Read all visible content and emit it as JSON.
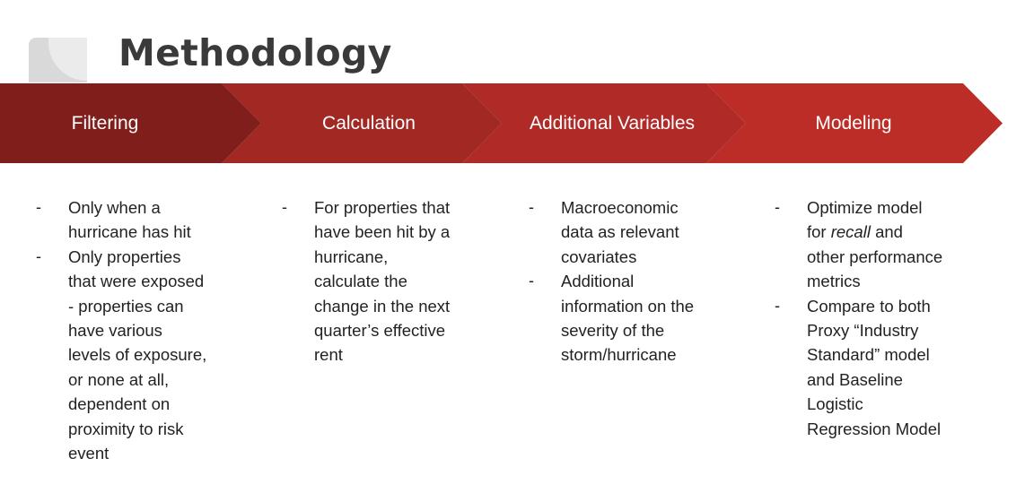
{
  "title": "Methodology",
  "colors": {
    "step1": "#7f1e1a",
    "step2": "#a12823",
    "step3": "#b02b27",
    "step4": "#bd2d28",
    "accent": "#c0302a"
  },
  "steps": [
    {
      "label": "Filtering",
      "items": [
        {
          "bullet": "-",
          "lines": [
            "Only when a",
            "hurricane has hit"
          ]
        },
        {
          "bullet": "-",
          "lines": [
            "Only properties",
            "that were exposed",
            "- properties can",
            "have various",
            "levels of exposure,",
            "or none at all,",
            "dependent on",
            "proximity to risk",
            "event"
          ]
        }
      ]
    },
    {
      "label": "Calculation",
      "items": [
        {
          "bullet": "-",
          "lines": [
            "For properties that",
            "have been hit by a",
            "hurricane,",
            "calculate the",
            "change in the next",
            "quarter’s effective",
            "rent"
          ]
        }
      ]
    },
    {
      "label": "Additional Variables",
      "items": [
        {
          "bullet": "-",
          "lines": [
            "Macroeconomic",
            "data as relevant",
            "covariates"
          ]
        },
        {
          "bullet": "-",
          "lines": [
            "Additional",
            "information on the",
            "severity of the",
            "storm/hurricane"
          ]
        }
      ]
    },
    {
      "label": "Modeling",
      "items": [
        {
          "bullet": "-",
          "lines": [
            "Optimize model",
            "for recall and",
            "other performance",
            "metrics"
          ]
        },
        {
          "bullet": "-",
          "lines": [
            "Compare to both",
            "Proxy “Industry",
            "Standard” model",
            "and Baseline",
            "Logistic",
            "Regression Model"
          ]
        }
      ]
    }
  ]
}
